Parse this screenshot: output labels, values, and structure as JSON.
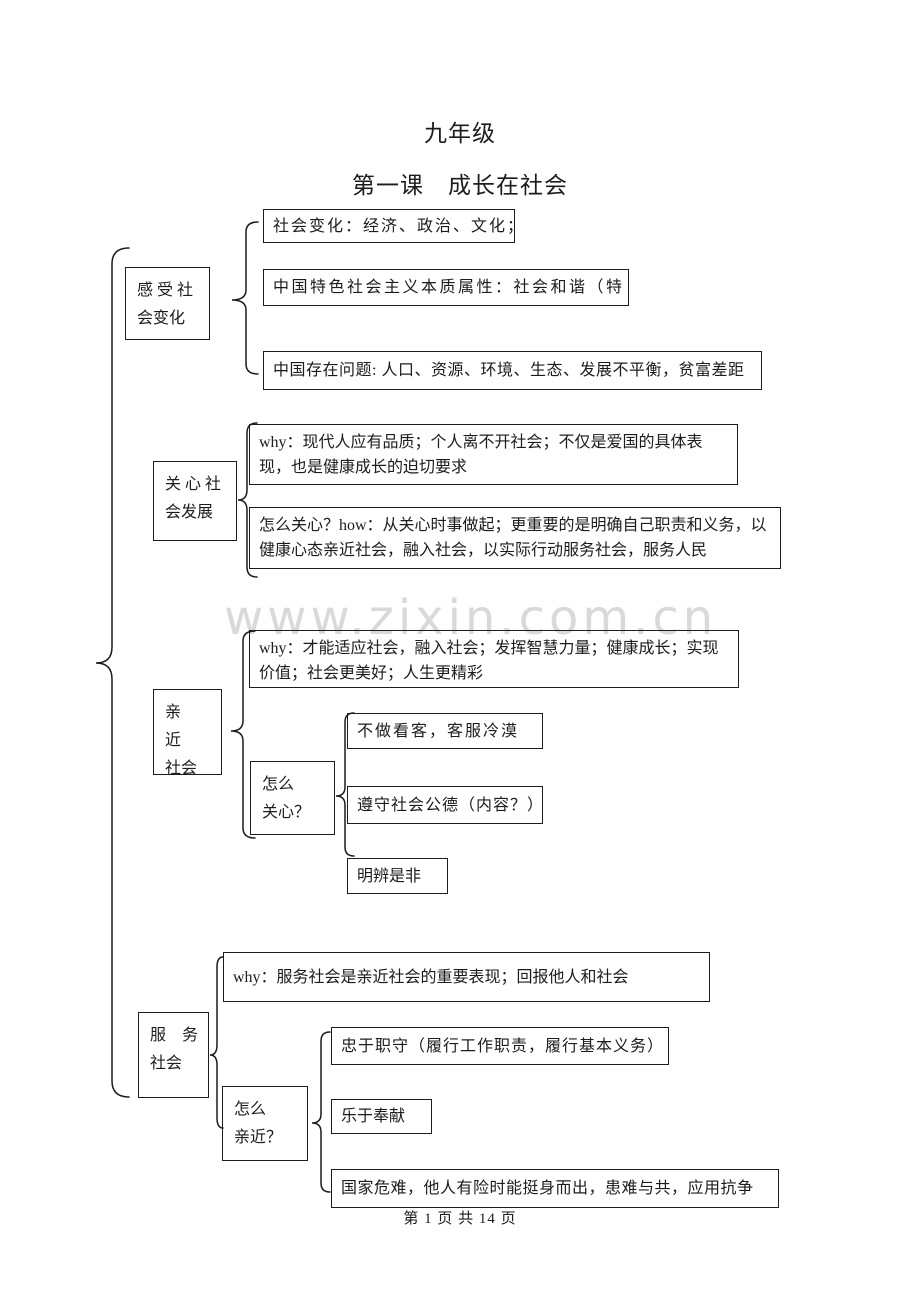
{
  "page": {
    "title": "九年级",
    "subtitle": "第一课　成长在社会",
    "watermark": "www.zixin.com.cn",
    "footer": "第 1 页 共 14 页"
  },
  "tree": {
    "sections": [
      {
        "label": "感 受 社\n会变化",
        "children": [
          {
            "text": "社会变化：经济、政治、文化；"
          },
          {
            "text": "中国特色社会主义本质属性：社会和谐（特"
          },
          {
            "text": "中国存在问题: 人口、资源、环境、生态、发展不平衡，贫富差距"
          }
        ]
      },
      {
        "label": "关 心 社\n会发展",
        "children": [
          {
            "text": "why：现代人应有品质；个人离不开社会；不仅是爱国的具体表现，也是健康成长的迫切要求"
          },
          {
            "text": "怎么关心？how：从关心时事做起；更重要的是明确自己职责和义务，以健康心态亲近社会，融入社会，以实际行动服务社会，服务人民"
          }
        ]
      },
      {
        "label": "亲　近\n社会",
        "children": [
          {
            "text": "why：才能适应社会，融入社会；发挥智慧力量；健康成长；实现价值；社会更美好；人生更精彩"
          },
          {
            "label": "怎么\n关心？",
            "children": [
              {
                "text": "不做看客，客服冷漠"
              },
              {
                "text": "遵守社会公德（内容？）"
              },
              {
                "text": "明辨是非"
              }
            ]
          }
        ]
      },
      {
        "label": "服　务\n社会",
        "children": [
          {
            "text": "why：服务社会是亲近社会的重要表现；回报他人和社会"
          },
          {
            "label": "怎么\n亲近？",
            "children": [
              {
                "text": "忠于职守（履行工作职责，履行基本义务）"
              },
              {
                "text": "乐于奉献"
              },
              {
                "text": "国家危难，他人有险时能挺身而出，患难与共，应用抗争"
              }
            ]
          }
        ]
      }
    ]
  }
}
